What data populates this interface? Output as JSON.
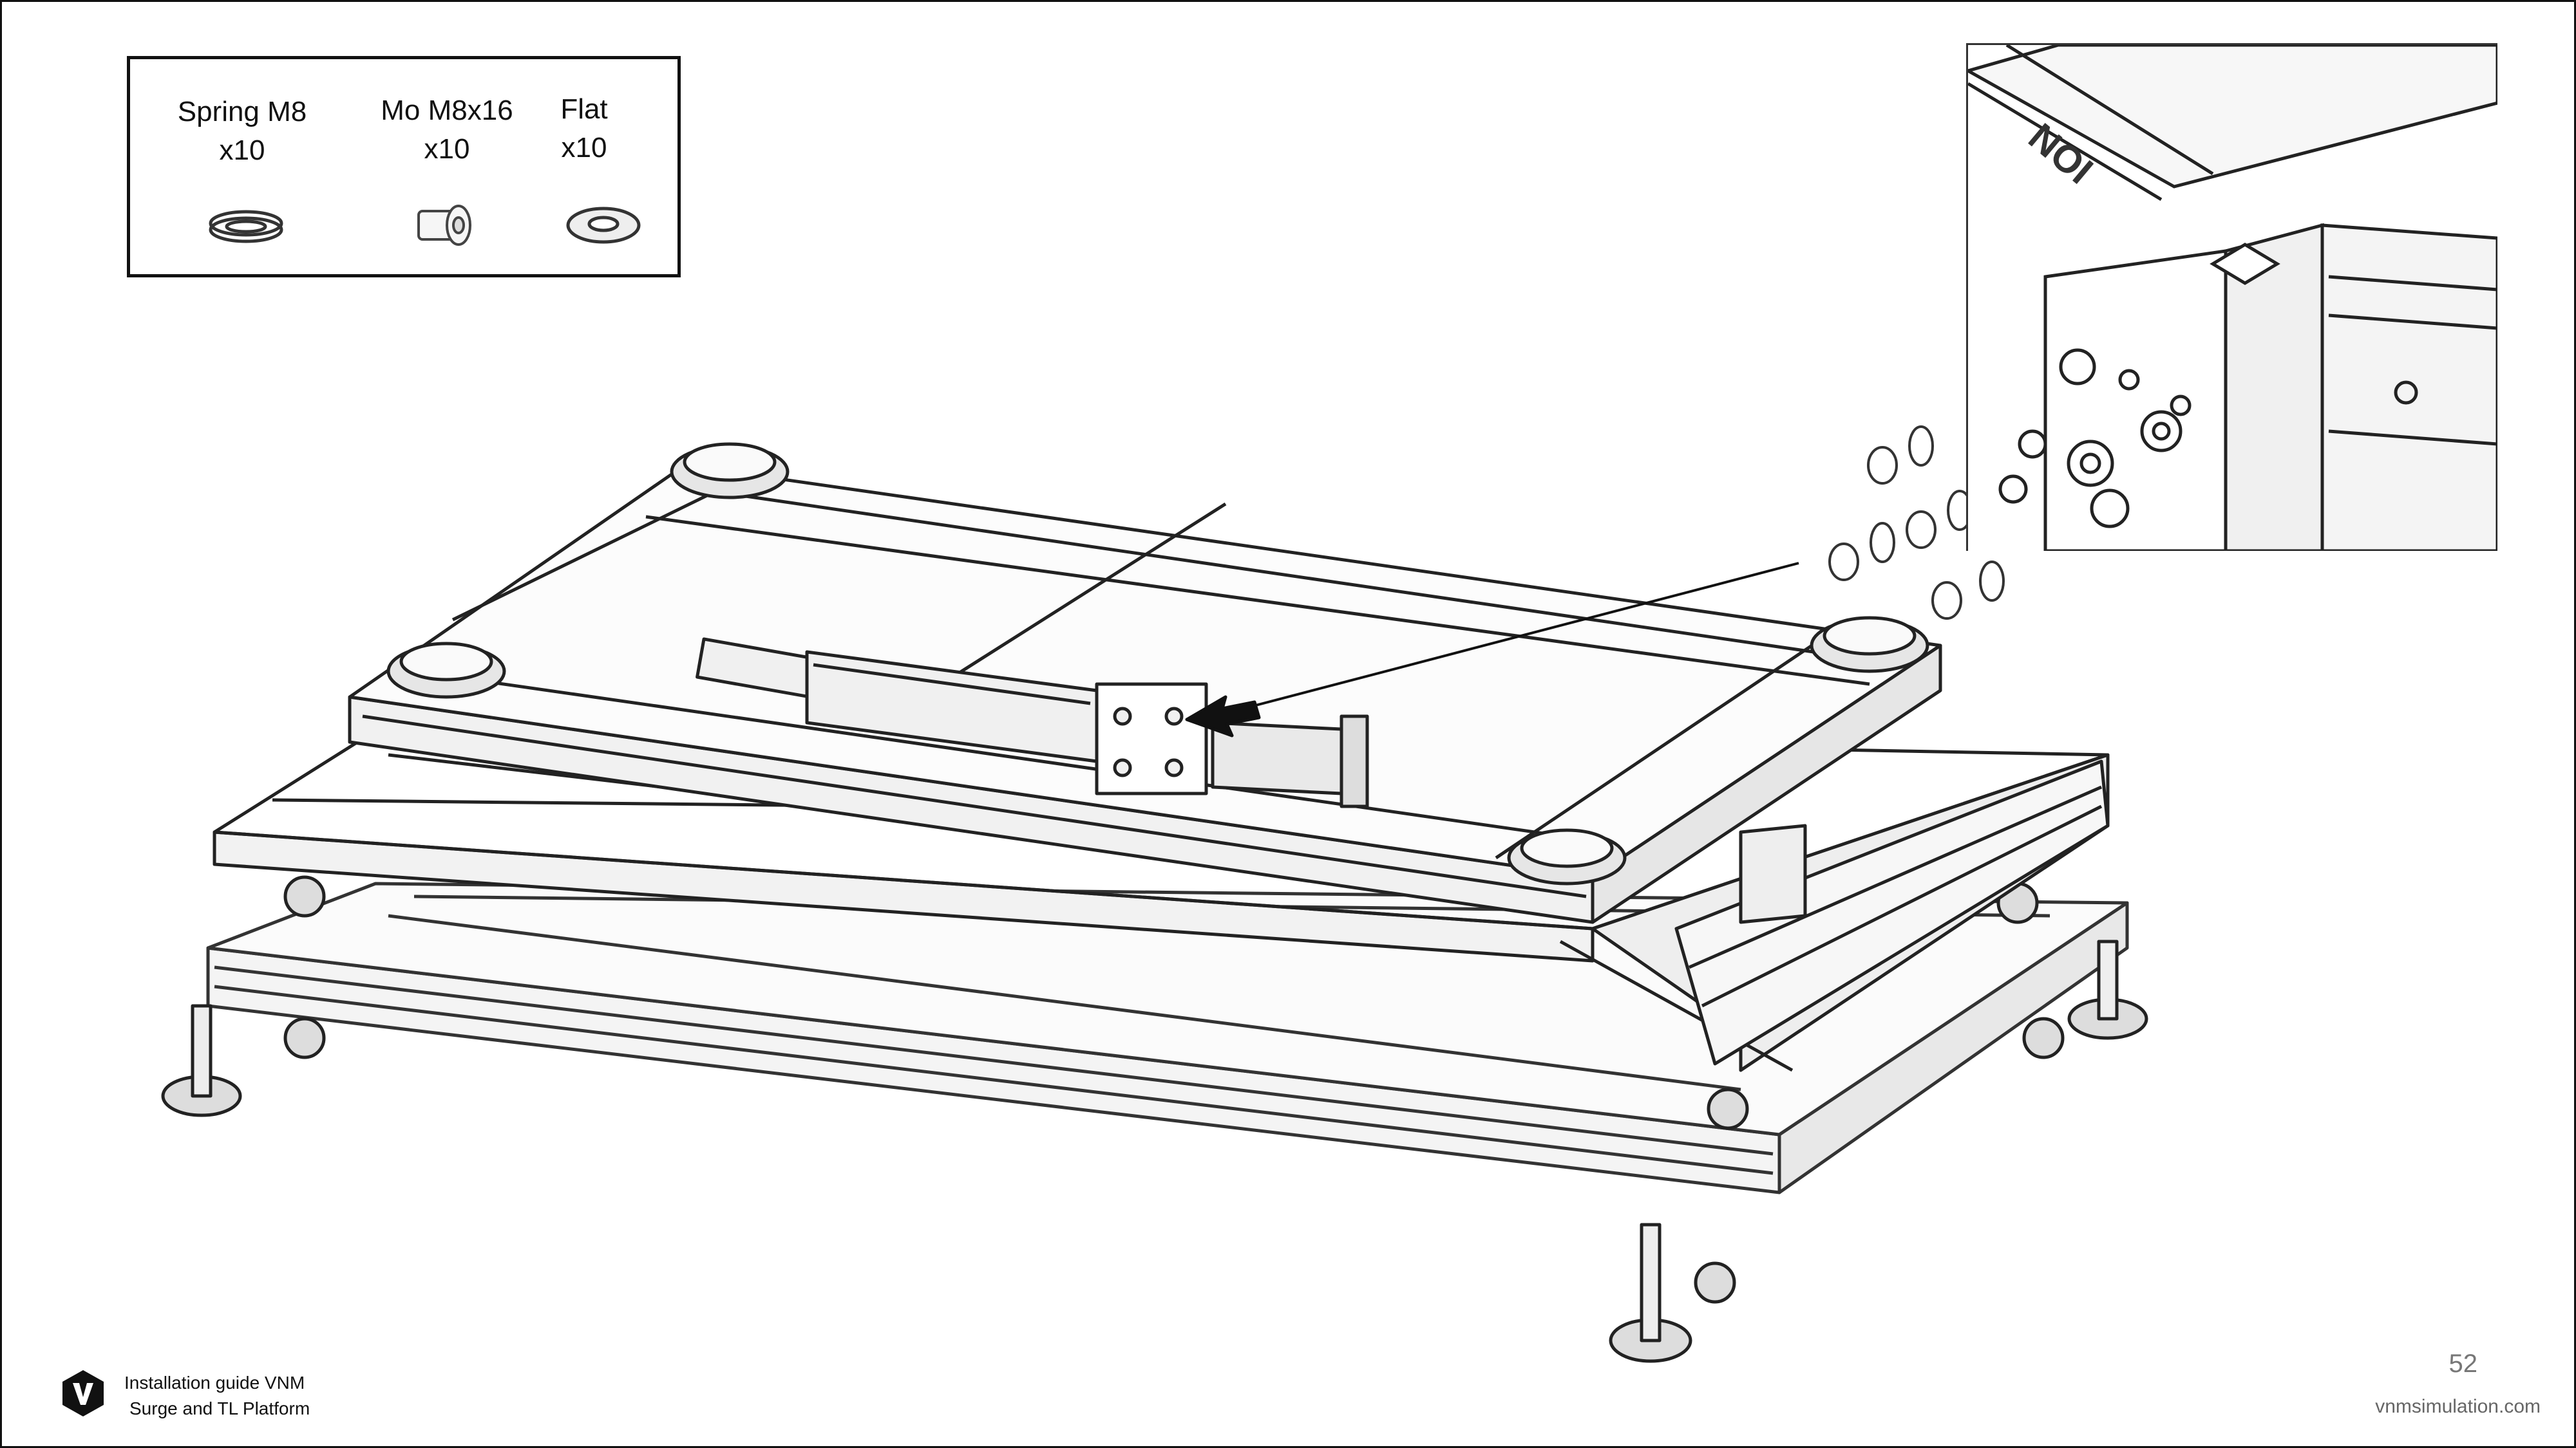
{
  "parts": [
    {
      "name": "Spring M8",
      "qty": "x10",
      "icon": "spring-washer-icon"
    },
    {
      "name": "Mo M8x16",
      "qty": "x10",
      "icon": "bolt-icon"
    },
    {
      "name": "Flat",
      "qty": "x10",
      "icon": "flat-washer-icon"
    }
  ],
  "footer": {
    "logo": "vnm-logo",
    "guide_line1": "Installation guide VNM",
    "guide_line2": "Surge and TL Platform",
    "page_number": "52",
    "url": "vnmsimulation.com"
  }
}
